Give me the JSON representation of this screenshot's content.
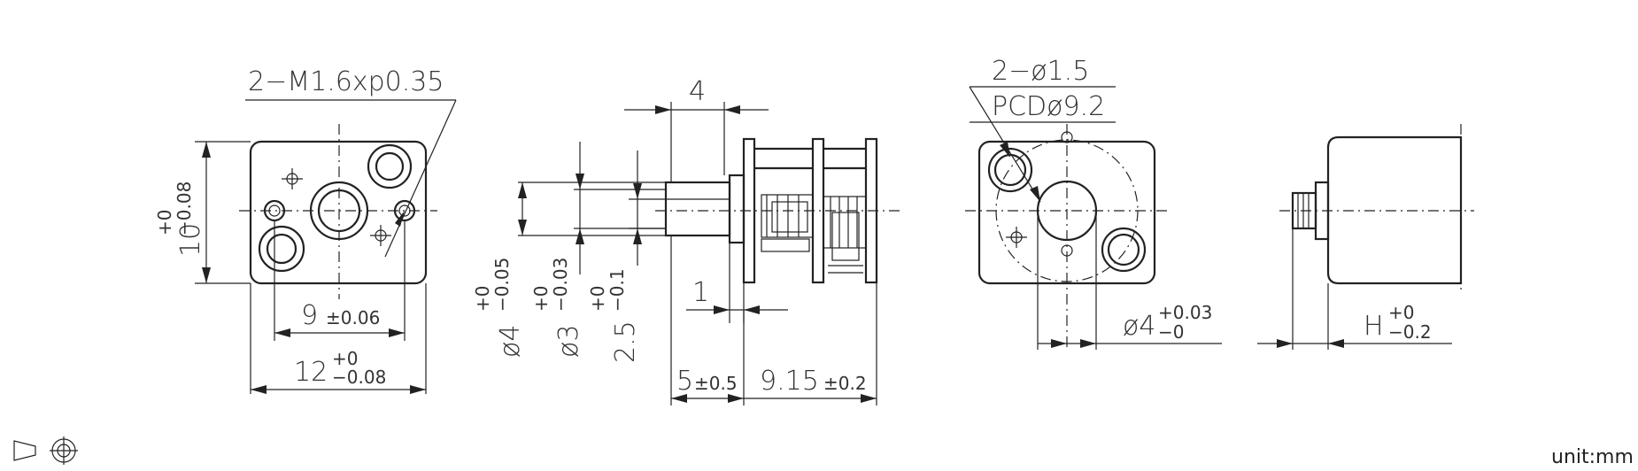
{
  "units": "unit:mm",
  "projection_symbol": "third-angle-projection-icon",
  "dimensions": {
    "thread": "2−M1.6xp0.35",
    "height": {
      "base": "10",
      "up": "+0",
      "down": "−0.08"
    },
    "hole_spacing": {
      "base": "9",
      "tol": "±0.06"
    },
    "width": {
      "base": "12",
      "up": "+0",
      "down": "−0.08"
    },
    "shaft_len": "4",
    "shaft_d4": {
      "base": "ø4",
      "up": "+0",
      "down": "−0.05"
    },
    "shaft_d3": {
      "base": "ø3",
      "up": "+0",
      "down": "−0.03"
    },
    "flat": {
      "base": "2.5",
      "up": "+0",
      "down": "−0.1"
    },
    "gap": "1",
    "protrusion": {
      "base": "5",
      "tol": "±0.5"
    },
    "gearbox_len": {
      "base": "9.15",
      "tol": "±0.2"
    },
    "mount_holes": "2−ø1.5",
    "pcd": "PCDø9.2",
    "boss": {
      "base": "ø4",
      "up": "+0.03",
      "down": "−0"
    },
    "motor_h": {
      "base": "H",
      "up": "+0",
      "down": "−0.2"
    }
  }
}
